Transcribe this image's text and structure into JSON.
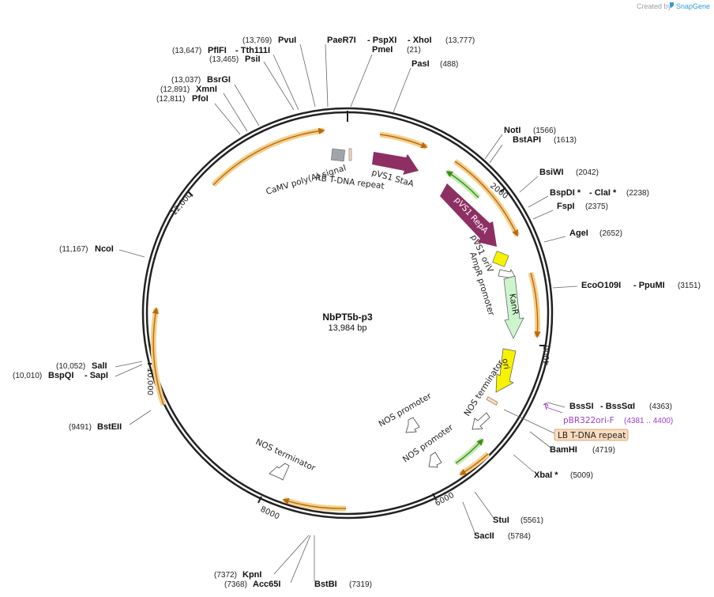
{
  "header": {
    "credit_text": "Created by",
    "brand": "SnapGene"
  },
  "map": {
    "name": "NbPT5b-p3",
    "length_label": "13,984 bp",
    "ticks": [
      "2000",
      "4000",
      "6000",
      "8000",
      "10,000",
      "12,000"
    ]
  },
  "sites": {
    "s1": {
      "name": "PaeR7I",
      "pos": ""
    },
    "s2": {
      "name": "- PspXI",
      "pos": ""
    },
    "s3": {
      "name": "- XhoI",
      "pos": "(13,777)"
    },
    "s4": {
      "name": "PmeI",
      "pos": "(21)"
    },
    "s5": {
      "name": "PasI",
      "pos": "(488)"
    },
    "s6": {
      "name": "PvuI",
      "pos": "(13,769)"
    },
    "s7": {
      "name": "PflFI",
      "pos": "(13,647)"
    },
    "s8": {
      "name": "- Tth111I",
      "pos": ""
    },
    "s9": {
      "name": "PsiI",
      "pos": "(13,465)"
    },
    "s10": {
      "name": "BsrGI",
      "pos": "(13,037)"
    },
    "s11": {
      "name": "XmnI",
      "pos": "(12,891)"
    },
    "s12": {
      "name": "PfoI",
      "pos": "(12,811)"
    },
    "s13": {
      "name": "NotI",
      "pos": "(1566)"
    },
    "s14": {
      "name": "BstAPI",
      "pos": "(1613)"
    },
    "s15": {
      "name": "BsiWI",
      "pos": "(2042)"
    },
    "s16": {
      "name": "BspDI *",
      "pos": ""
    },
    "s17": {
      "name": "- ClaI *",
      "pos": "(2238)"
    },
    "s18": {
      "name": "FspI",
      "pos": "(2375)"
    },
    "s19": {
      "name": "AgeI",
      "pos": "(2652)"
    },
    "s20": {
      "name": "EcoO109I",
      "pos": ""
    },
    "s21": {
      "name": "- PpuMI",
      "pos": "(3151)"
    },
    "s22": {
      "name": "NcoI",
      "pos": "(11,167)"
    },
    "s23": {
      "name": "SalI",
      "pos": "(10,052)"
    },
    "s24": {
      "name": "BspQI",
      "pos": "(10,010)"
    },
    "s25": {
      "name": "- SapI",
      "pos": ""
    },
    "s26": {
      "name": "BstEII",
      "pos": "(9491)"
    },
    "s27": {
      "name": "BssSI",
      "pos": ""
    },
    "s28": {
      "name": "- BssSαI",
      "pos": "(4363)"
    },
    "s29": {
      "name": "BamHI",
      "pos": "(4719)"
    },
    "s30": {
      "name": "XbaI *",
      "pos": "(5009)"
    },
    "s31": {
      "name": "StuI",
      "pos": "(5561)"
    },
    "s32": {
      "name": "SacII",
      "pos": "(5784)"
    },
    "s33": {
      "name": "KpnI",
      "pos": "(7372)"
    },
    "s34": {
      "name": "Acc65I",
      "pos": "(7368)"
    },
    "s35": {
      "name": "BstBI",
      "pos": "(7319)"
    }
  },
  "primer": {
    "name": "pBR322ori-F",
    "range": "(4381 .. 4400)"
  },
  "features": {
    "camv": "CaMV poly(A) signal",
    "rb": "RB T-DNA repeat",
    "stab": "pVS1 StaA",
    "repa": "pVS1 RepA",
    "oriv": "pVS1 oriV",
    "ampr_prom": "AmpR promoter",
    "kanr": "KanR",
    "ori": "ori",
    "nos_term_right": "NOS terminator",
    "nos_prom_1": "NOS promoter",
    "nos_prom_2": "NOS promoter",
    "nos_term_left": "NOS terminator",
    "lb": "LB T-DNA repeat"
  },
  "colors": {
    "backbone": "#222222",
    "orf_fill": "#f4d08a",
    "orf_arrow": "#c8791a",
    "green_orf": "#4aa51e",
    "stab": "#8e2f63",
    "kanr": "#ccf5cc",
    "ori": "#f7f200",
    "oriv": "#f7f200",
    "gray_feature": "#a0a5aa",
    "primer": "#9a3fcf",
    "lb_box": "#fbdcbf"
  }
}
